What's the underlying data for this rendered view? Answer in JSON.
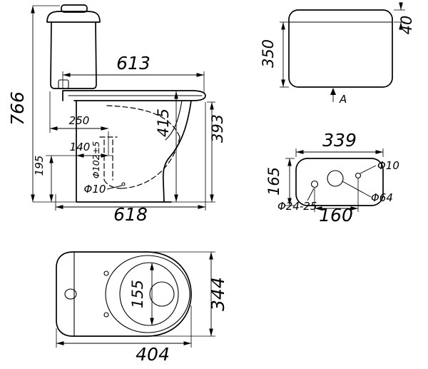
{
  "colors": {
    "ink": "#000000",
    "background": "#ffffff"
  },
  "views": {
    "side": {
      "dims": {
        "overall_height": "766",
        "top_depth": "613",
        "base_depth": "618",
        "rim_height": "393",
        "seat_height": "415",
        "outlet_setback_depth": "250",
        "outlet_offset": "140",
        "outlet_center_height": "195",
        "outlet_diameter": "Φ102±5",
        "fixing_hole_diameter": "Φ10"
      }
    },
    "cistern_front": {
      "dims": {
        "body_height": "350",
        "lid_height": "40"
      },
      "view_arrow_label": "A"
    },
    "cistern_top": {
      "dims": {
        "width": "339",
        "depth": "165",
        "hole_right": "Φ10",
        "hole_center": "Φ64",
        "hole_left": "Φ24-25",
        "hole_spacing": "160"
      }
    },
    "pan_top": {
      "dims": {
        "width": "344",
        "length": "404",
        "opening_width": "155"
      }
    }
  }
}
